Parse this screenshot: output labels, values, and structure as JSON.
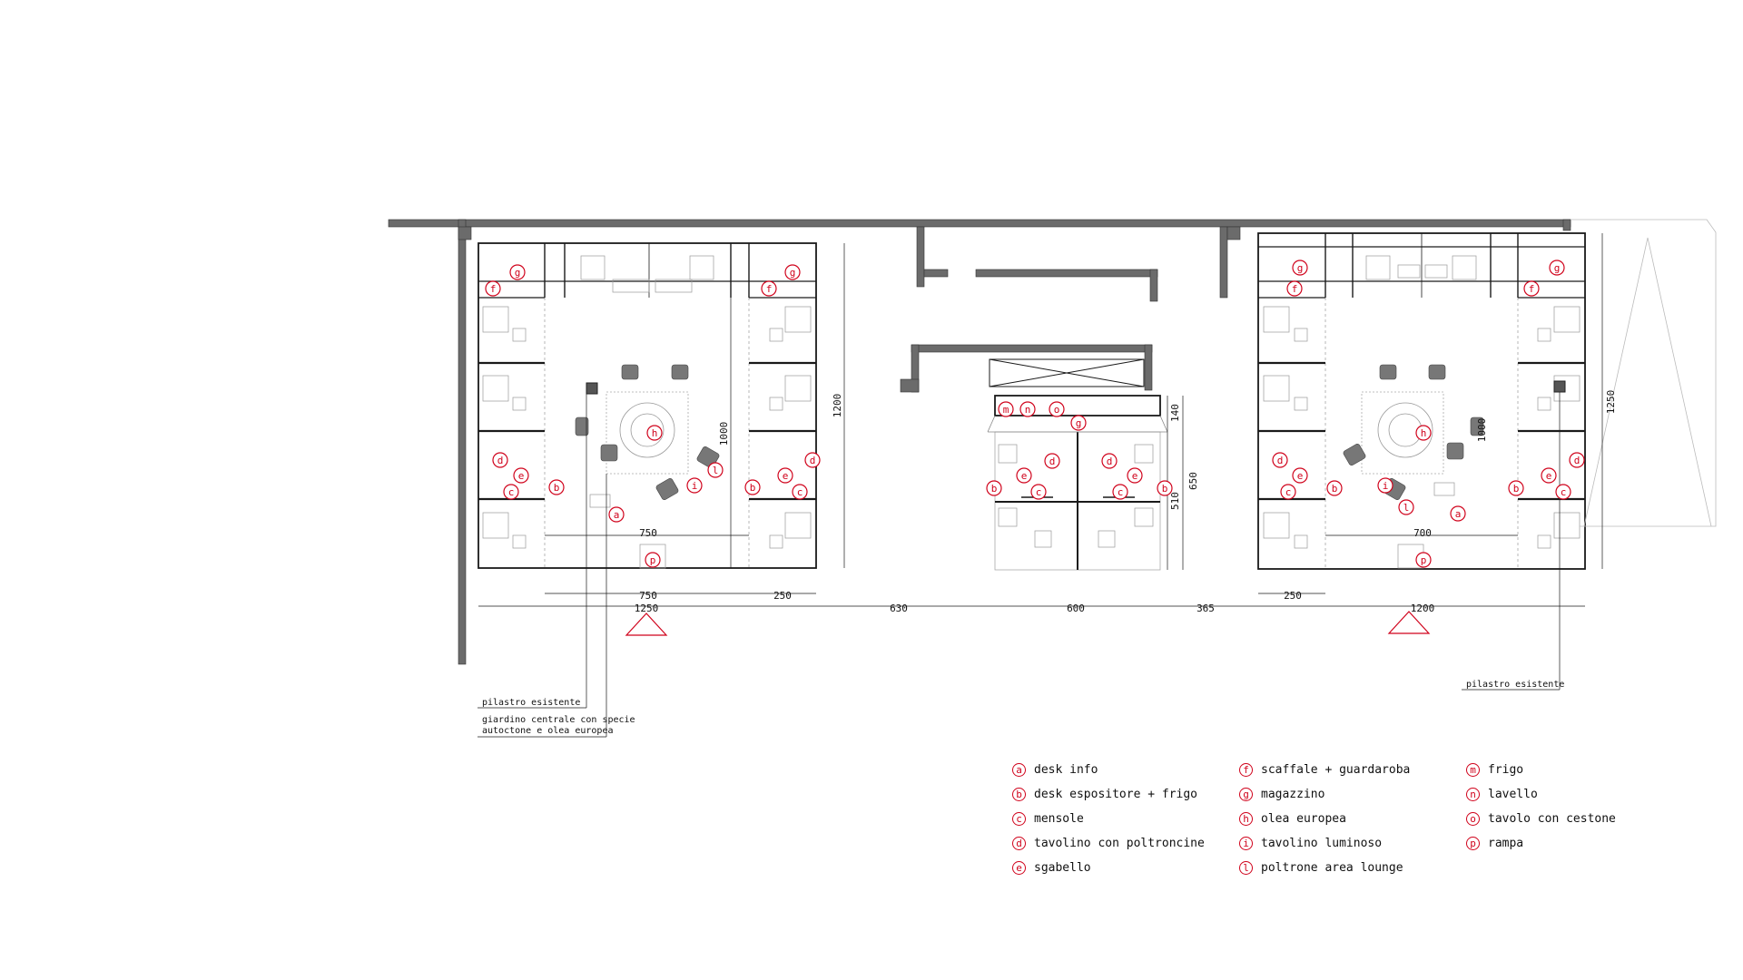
{
  "dimensions": {
    "s1_width_inner_top": "750",
    "s1_height": "1000",
    "s1_height_outer": "1200",
    "s1_dim_bottom_a": "750",
    "s1_dim_bottom_b": "250",
    "s1_total": "1250",
    "gap_1": "630",
    "center_width": "600",
    "gap_2": "365",
    "center_h1": "140",
    "center_h2": "510",
    "center_h3": "650",
    "s2_width_inner_top": "700",
    "s2_dim_bottom_b": "250",
    "s2_total": "1200",
    "s2_height": "1250",
    "s2_height_inner": "1000"
  },
  "notes": {
    "left_pillar": "pilastro esistente",
    "left_garden_line1": "giardino centrale con specie",
    "left_garden_line2": "autoctone e olea europea",
    "right_pillar": "pilastro esistente"
  },
  "legend": [
    {
      "key": "a",
      "label": "desk info"
    },
    {
      "key": "b",
      "label": "desk espositore + frigo"
    },
    {
      "key": "c",
      "label": "mensole"
    },
    {
      "key": "d",
      "label": "tavolino con poltroncine"
    },
    {
      "key": "e",
      "label": "sgabello"
    },
    {
      "key": "f",
      "label": "scaffale + guardaroba"
    },
    {
      "key": "g",
      "label": "magazzino"
    },
    {
      "key": "h",
      "label": "olea europea"
    },
    {
      "key": "i",
      "label": "tavolino luminoso"
    },
    {
      "key": "l",
      "label": "poltrone area lounge"
    },
    {
      "key": "m",
      "label": "frigo"
    },
    {
      "key": "n",
      "label": "lavello"
    },
    {
      "key": "o",
      "label": "tavolo con cestone"
    },
    {
      "key": "p",
      "label": "rampa"
    }
  ],
  "colors": {
    "wall": "#6b6b6b",
    "line": "#1a1a1a",
    "tag": "#d0021b",
    "light": "#b5b5b5"
  }
}
